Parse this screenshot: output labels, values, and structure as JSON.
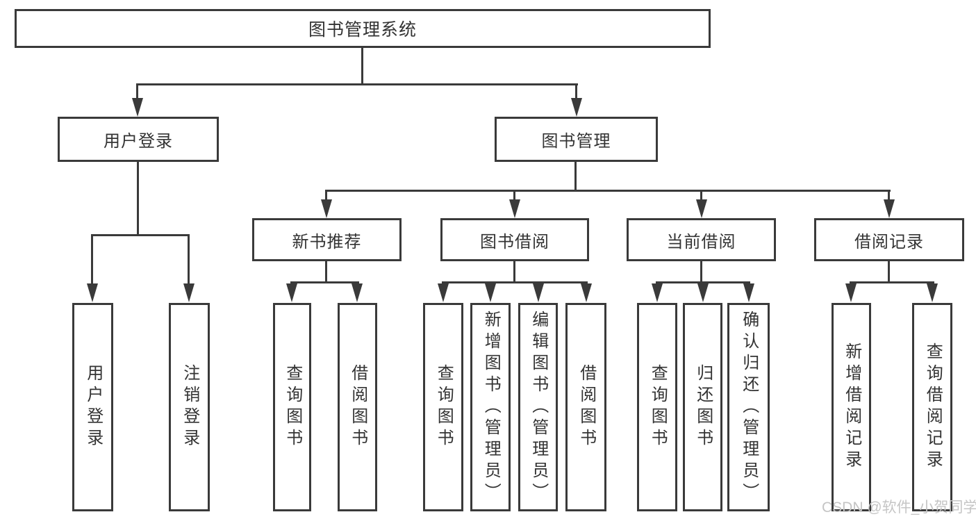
{
  "tree": {
    "root": {
      "label": "图书管理系统",
      "children": [
        {
          "label": "用户登录",
          "children": [
            {
              "label": "用户登录"
            },
            {
              "label": "注销登录"
            }
          ]
        },
        {
          "label": "图书管理",
          "children": [
            {
              "label": "新书推荐",
              "children": [
                {
                  "label": "查询图书"
                },
                {
                  "label": "借阅图书"
                }
              ]
            },
            {
              "label": "图书借阅",
              "children": [
                {
                  "label": "查询图书"
                },
                {
                  "label": "新增图书（管理员）"
                },
                {
                  "label": "编辑图书（管理员）"
                },
                {
                  "label": "借阅图书"
                }
              ]
            },
            {
              "label": "当前借阅",
              "children": [
                {
                  "label": "查询图书"
                },
                {
                  "label": "归还图书"
                },
                {
                  "label": "确认归还（管理员）"
                }
              ]
            },
            {
              "label": "借阅记录",
              "children": [
                {
                  "label": "新增借阅记录"
                },
                {
                  "label": "查询借阅记录"
                }
              ]
            }
          ]
        }
      ]
    }
  },
  "watermark": "CSDN @软件_小贺同学",
  "colors": {
    "line": "#3a3a3a",
    "text": "#333333",
    "watermark": "#c5c5c5",
    "background": "#ffffff"
  }
}
